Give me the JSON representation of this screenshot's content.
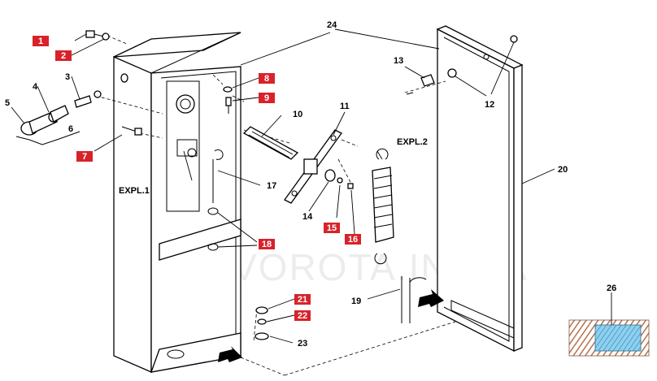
{
  "watermark": "VOROTA.IN>UA",
  "callouts": {
    "n1": "1",
    "n2": "2",
    "n3": "3",
    "n4": "4",
    "n5": "5",
    "n6": "6",
    "n7": "7",
    "n8": "8",
    "n9": "9",
    "n10": "10",
    "n11": "11",
    "n12": "12",
    "n13": "13",
    "n14": "14",
    "n15": "15",
    "n16": "16",
    "n17": "17",
    "n18": "18",
    "n19": "19",
    "n20": "20",
    "n21": "21",
    "n22": "22",
    "n23": "23",
    "n24": "24",
    "n26": "26"
  },
  "text_labels": {
    "expl1": "EXPL.1",
    "expl2": "EXPL.2"
  },
  "colors": {
    "red_tag": "#d8222a",
    "swatch_blue": "#5ab4e0",
    "swatch_brown": "#b5714a"
  }
}
